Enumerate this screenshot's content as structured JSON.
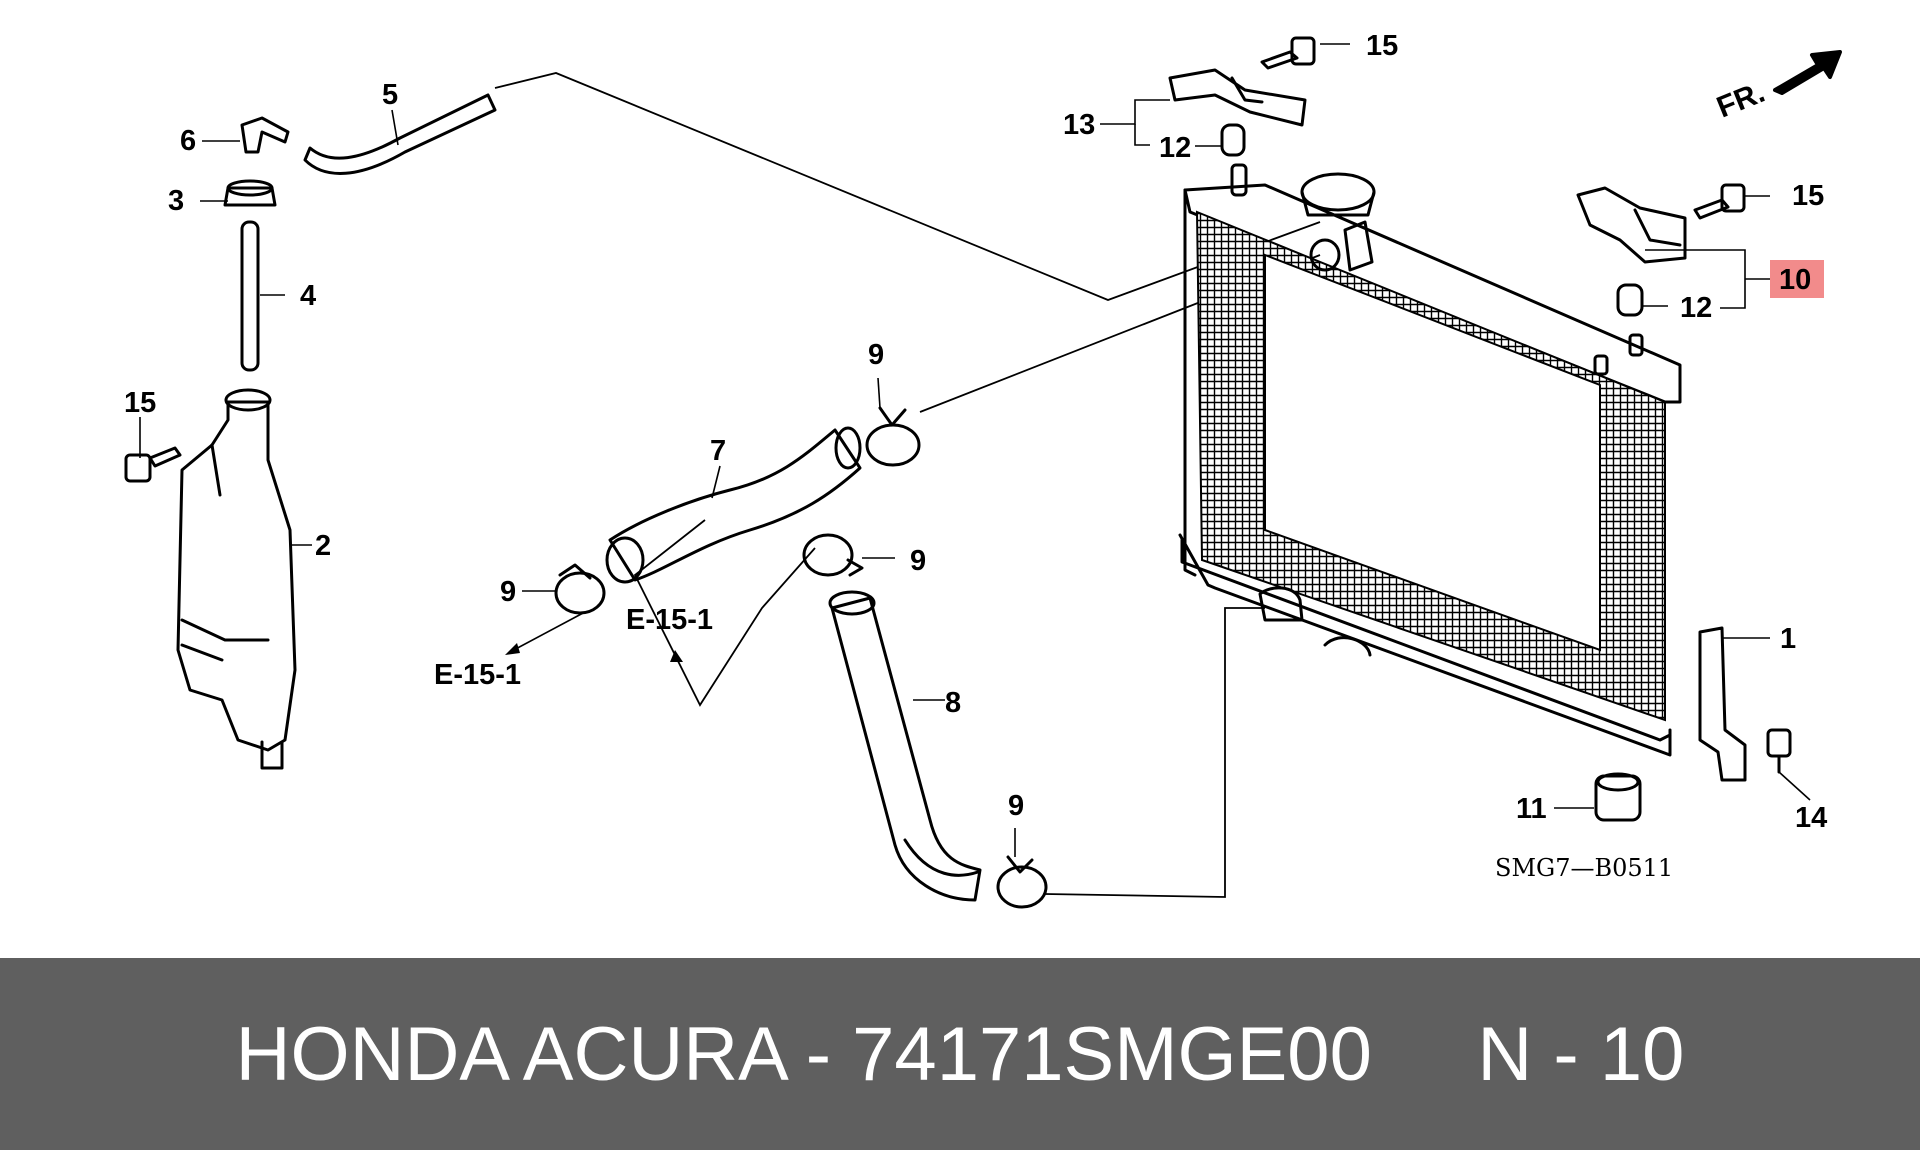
{
  "diagram": {
    "callouts": {
      "c1": "1",
      "c2": "2",
      "c3": "3",
      "c4": "4",
      "c5": "5",
      "c6": "6",
      "c7": "7",
      "c8": "8",
      "c9a": "9",
      "c9b": "9",
      "c9c": "9",
      "c9d": "9",
      "c10": "10",
      "c11": "11",
      "c12a": "12",
      "c12b": "12",
      "c13": "13",
      "c14": "14",
      "c15a": "15",
      "c15b": "15",
      "c15c": "15"
    },
    "references": {
      "ref_left": "E-15-1",
      "ref_mid": "E-15-1"
    },
    "front_label": "FR.",
    "drawing_code": "SMG7—B0511",
    "highlight_color": "#f28b8b"
  },
  "footer": {
    "title": "HONDA ACURA - 74171SMGE00     N - 10",
    "background": "#5f5f5f",
    "text_color": "#ffffff"
  }
}
